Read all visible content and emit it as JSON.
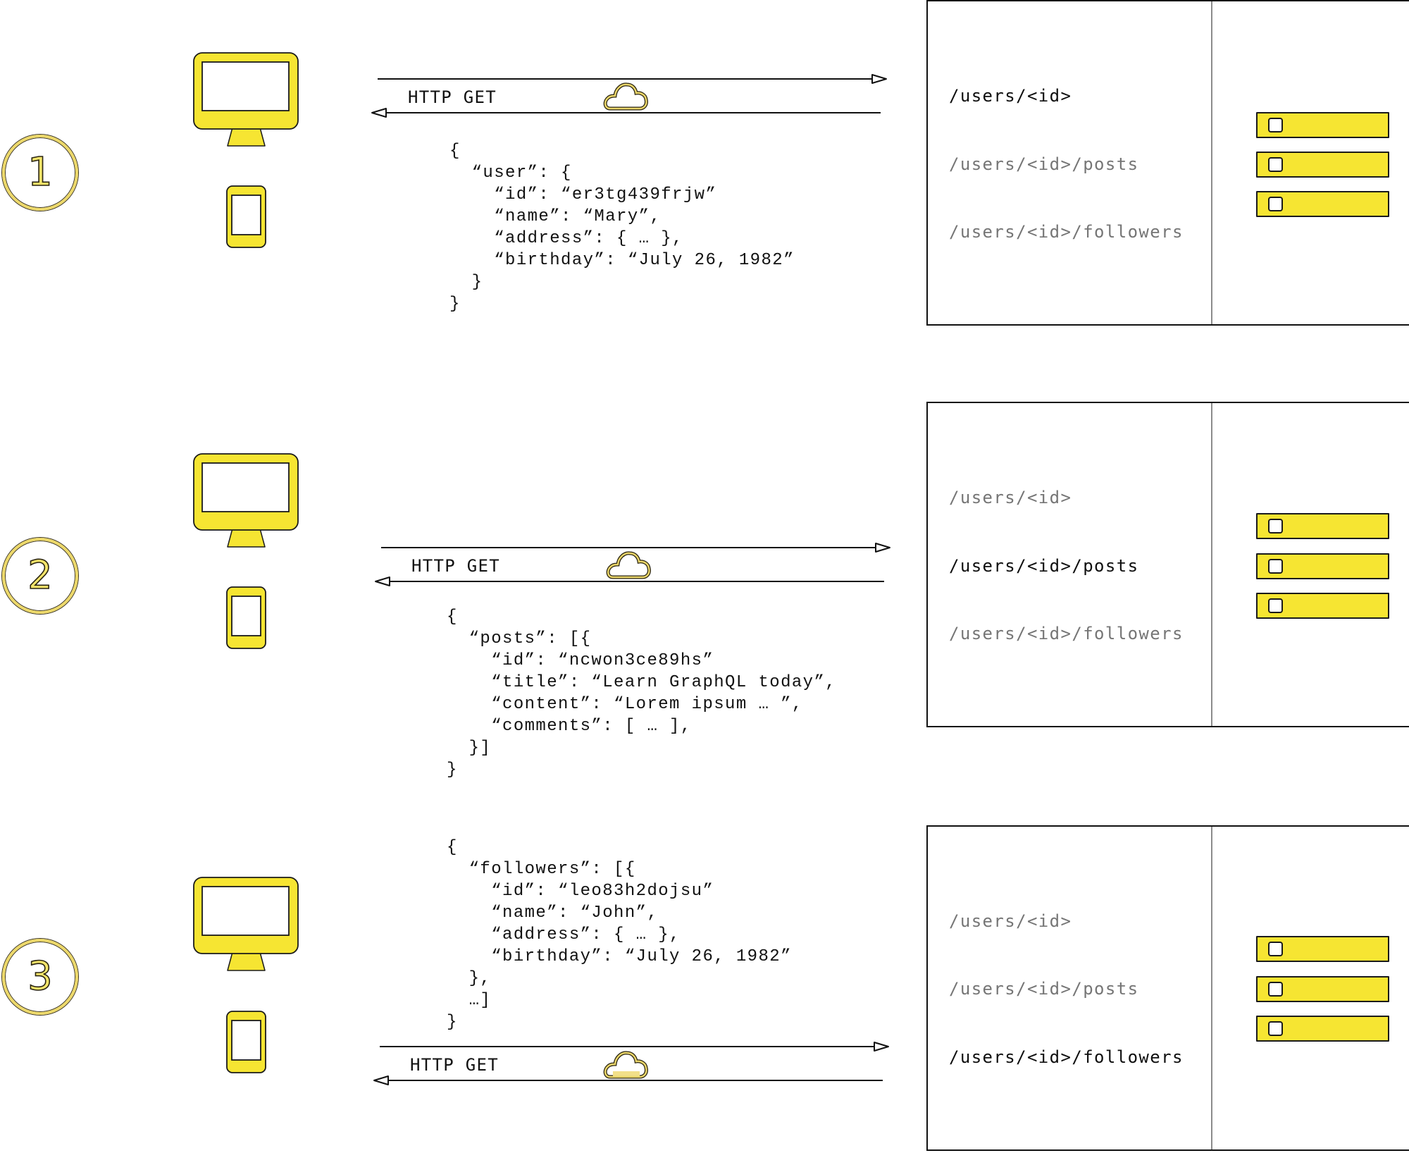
{
  "colors": {
    "accent_yellow": "#f6e532",
    "ring_yellow": "#ecd86a",
    "outline": "#111111",
    "inactive_text": "#5e5e5e"
  },
  "steps": [
    {
      "number": "1",
      "request_label": "HTTP GET",
      "active_route_index": 0,
      "routes": [
        "/users/<id>",
        "/users/<id>/posts",
        "/users/<id>/followers"
      ],
      "response_lines": [
        "{",
        "  “user”: {",
        "    “id”: “er3tg439frjw”",
        "    “name”: “Mary”,",
        "    “address”: { … },",
        "    “birthday”: “July 26, 1982”",
        "  }",
        "}"
      ]
    },
    {
      "number": "2",
      "request_label": "HTTP GET",
      "active_route_index": 1,
      "routes": [
        "/users/<id>",
        "/users/<id>/posts",
        "/users/<id>/followers"
      ],
      "response_lines": [
        "{",
        "  “posts”: [{",
        "    “id”: “ncwon3ce89hs”",
        "    “title”: “Learn GraphQL today”,",
        "    “content”: “Lorem ipsum … ”,",
        "    “comments”: [ … ],",
        "  }]",
        "}"
      ]
    },
    {
      "number": "3",
      "request_label": "HTTP GET",
      "active_route_index": 2,
      "routes": [
        "/users/<id>",
        "/users/<id>/posts",
        "/users/<id>/followers"
      ],
      "response_lines": [
        "{",
        "  “followers”: [{",
        "    “id”: “leo83h2dojsu”",
        "    “name”: “John”,",
        "    “address”: { … },",
        "    “birthday”: “July 26, 1982”",
        "  },",
        "  …]",
        "}"
      ]
    }
  ],
  "icons": {
    "client_desktop": "monitor-icon",
    "client_mobile": "phone-icon",
    "network": "cloud-icon",
    "resource": "resource-bar-icon"
  }
}
